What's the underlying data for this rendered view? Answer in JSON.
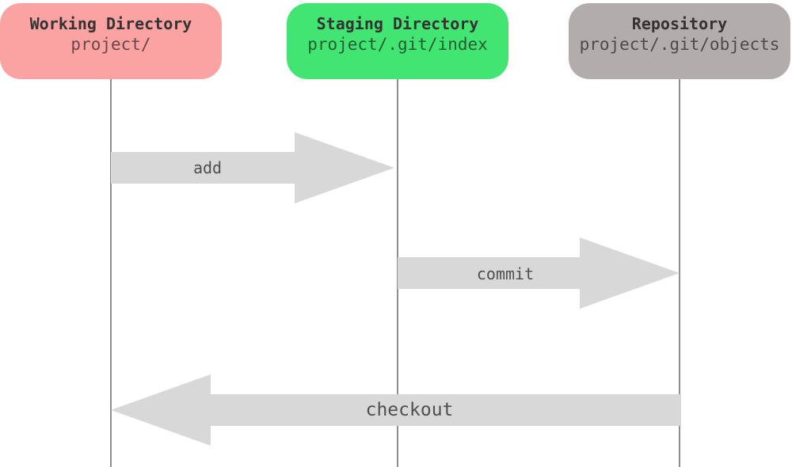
{
  "diagram": {
    "type": "sequence-flow",
    "background_color": "#ffffff",
    "lanes": [
      {
        "id": "working",
        "title": "Working Directory",
        "subtitle": "project/",
        "color": "#fba3a3"
      },
      {
        "id": "staging",
        "title": "Staging Directory",
        "subtitle": "project/.git/index",
        "color": "#42e472"
      },
      {
        "id": "repository",
        "title": "Repository",
        "subtitle": "project/.git/objects",
        "color": "#b3acac"
      }
    ],
    "arrows": [
      {
        "label": "add",
        "from": "working",
        "to": "staging",
        "direction": "right"
      },
      {
        "label": "commit",
        "from": "staging",
        "to": "repository",
        "direction": "right"
      },
      {
        "label": "checkout",
        "from": "repository",
        "to": "working",
        "direction": "left"
      }
    ],
    "colors": {
      "arrow_fill": "#d8d8d8",
      "lifeline": "#8e8e8e",
      "title_text": "#363232",
      "label_text": "#4f4f4f"
    }
  }
}
